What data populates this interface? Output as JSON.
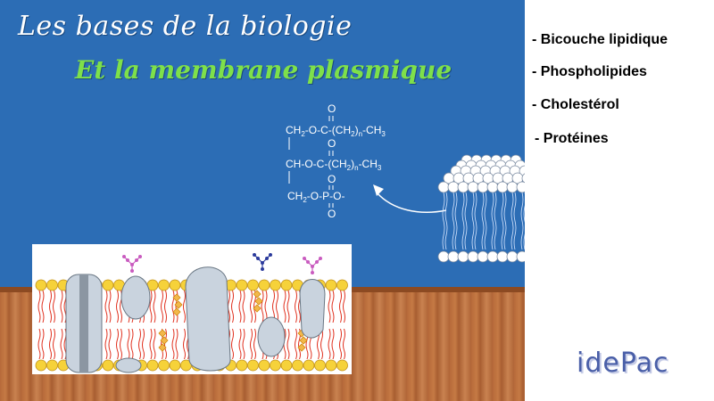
{
  "title": {
    "line1": "Les bases de la biologie",
    "line2": "Et la membrane plasmique"
  },
  "topics": [
    "- Bicouche lipidique",
    "- Phospholipides",
    "- Cholestérol",
    "- Protéines"
  ],
  "formula": {
    "row1": "CH2-O-C-(CH2)n-CH3",
    "row2": "CH-O-C-(CH2)n-CH3",
    "row3": "CH2-O-P-O-"
  },
  "logo": "idePac",
  "colors": {
    "board": "#2c6db5",
    "title1": "#ffffff",
    "title2": "#7ee04a",
    "floor": "#b76a3a",
    "lipid_head": "#f6d23a",
    "lipid_tail": "#e0301e",
    "protein": "#c9d3de"
  }
}
